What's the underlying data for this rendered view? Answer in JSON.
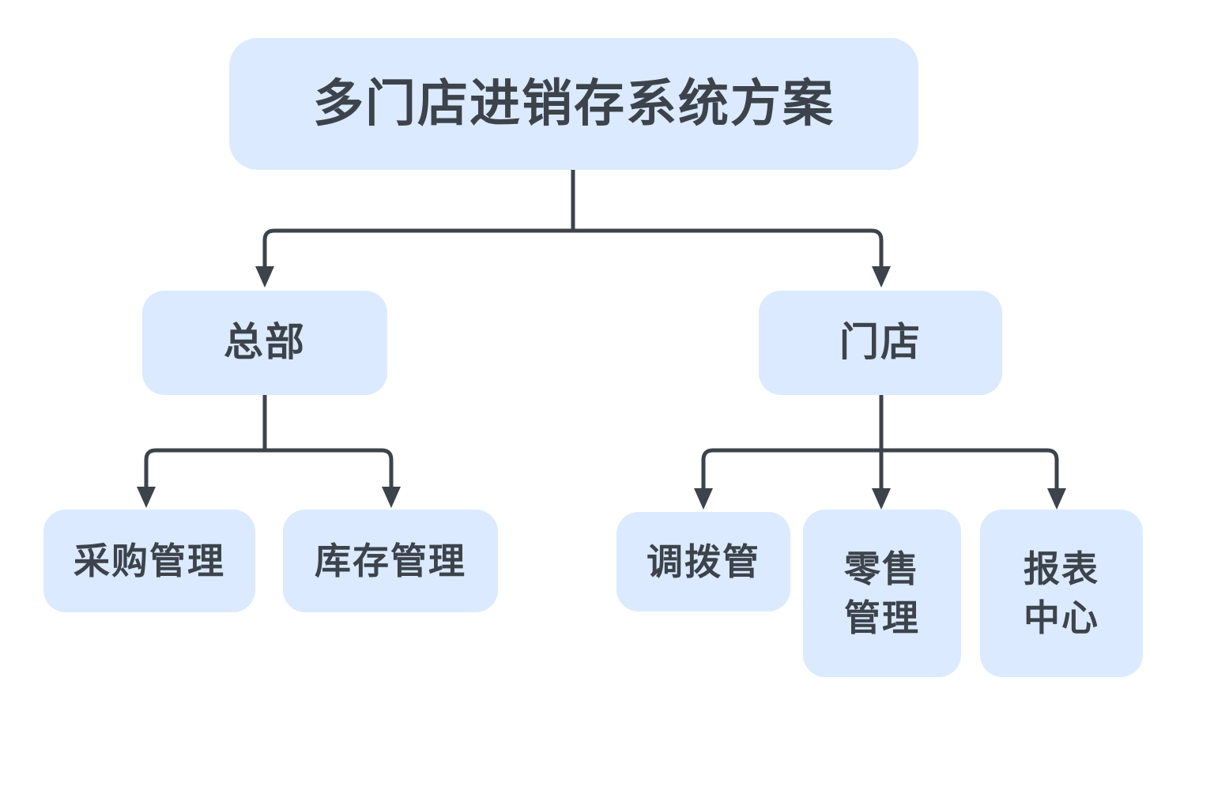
{
  "diagram": {
    "type": "flowchart",
    "colors": {
      "node_background": "#dbeafe",
      "line": "#3d434b",
      "text": "#3d434b",
      "page_background": "#ffffff"
    },
    "nodes": {
      "root": {
        "label": "多门店进销存系统方案"
      },
      "headquarters": {
        "label": "总部"
      },
      "store": {
        "label": "门店"
      },
      "purchase": {
        "label": "采购管理"
      },
      "inventory": {
        "label": "库存管理"
      },
      "transfer": {
        "label": "调拨管"
      },
      "retail": {
        "label": "零售\n管理"
      },
      "report": {
        "label": "报表\n中心"
      }
    },
    "edges": [
      {
        "from": "root",
        "to": "headquarters"
      },
      {
        "from": "root",
        "to": "store"
      },
      {
        "from": "headquarters",
        "to": "purchase"
      },
      {
        "from": "headquarters",
        "to": "inventory"
      },
      {
        "from": "store",
        "to": "transfer"
      },
      {
        "from": "store",
        "to": "retail"
      },
      {
        "from": "store",
        "to": "report"
      }
    ]
  }
}
